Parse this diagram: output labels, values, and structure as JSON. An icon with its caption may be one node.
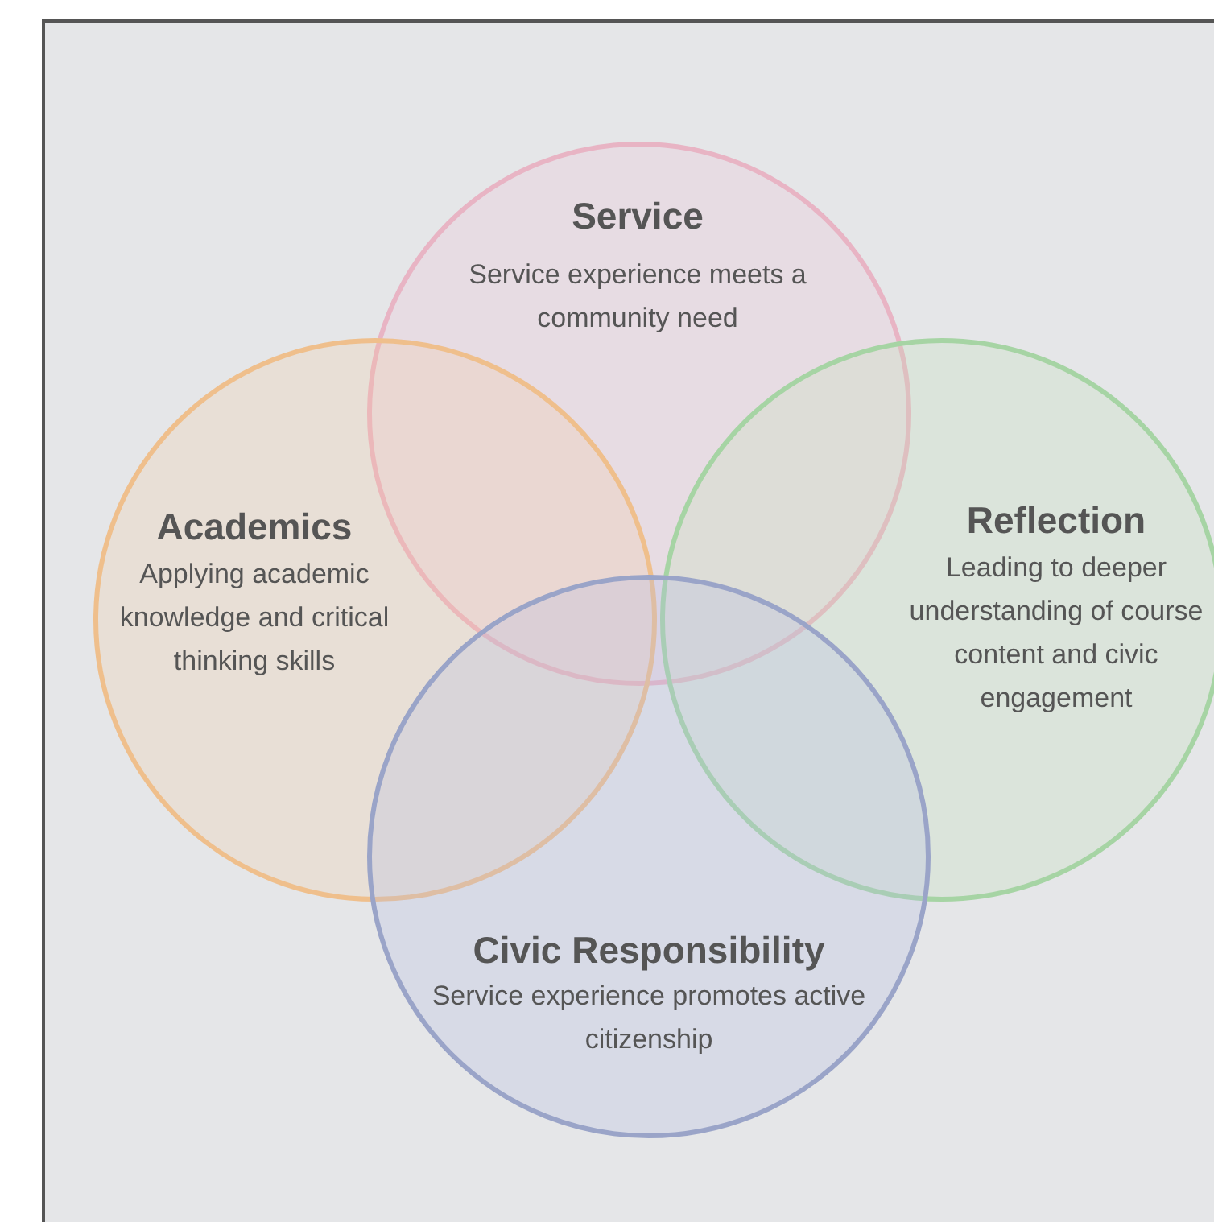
{
  "diagram": {
    "nodes": [
      {
        "text": [
          "Service",
          "Service experience meets a community need"
        ]
      },
      {
        "text": [
          "Academics",
          "Applying academic knowledge and critical thinking skills"
        ]
      },
      {
        "text": [
          "Reflection",
          "Leading to deeper understanding of course content and civic engagement"
        ]
      },
      {
        "text": [
          "Civic Responsibility",
          "Service experience promotes active citizenship"
        ]
      }
    ]
  }
}
